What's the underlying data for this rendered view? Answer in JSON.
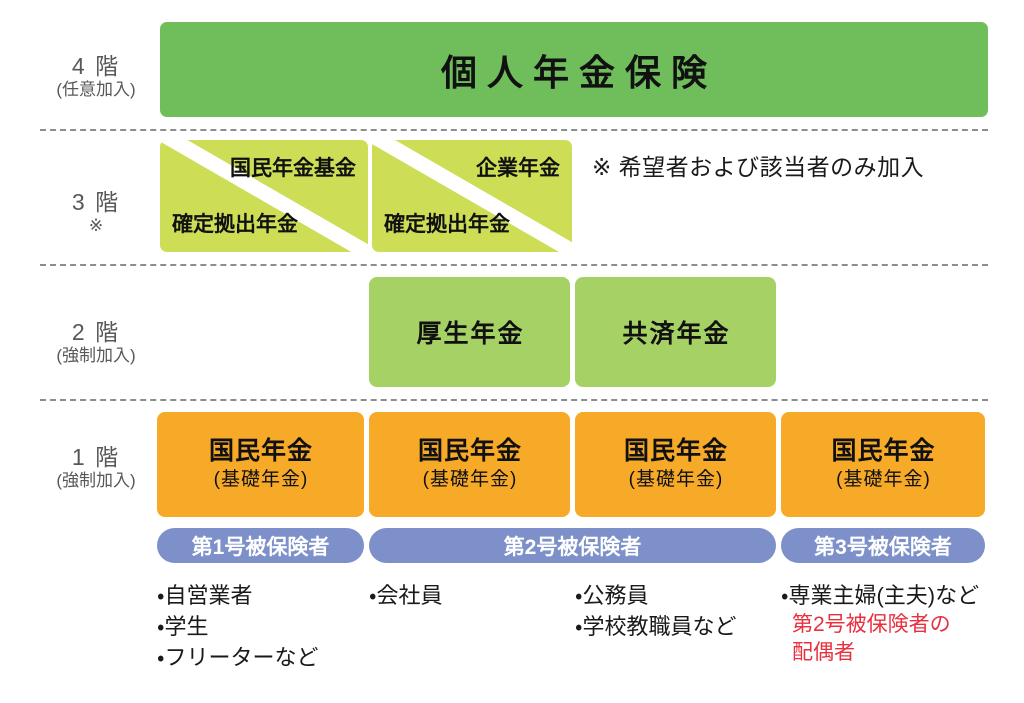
{
  "tiers": [
    {
      "name": "4 階",
      "sub": "(任意加入)"
    },
    {
      "name": "3 階",
      "sub": "※"
    },
    {
      "name": "2 階",
      "sub": "(強制加入)"
    },
    {
      "name": "1 階",
      "sub": "(強制加入)"
    }
  ],
  "tier4": {
    "box_label": "個人年金保険"
  },
  "tier3": {
    "boxes": [
      {
        "top_label": "国民年金基金",
        "bottom_label": "確定拠出年金"
      },
      {
        "top_label": "企業年金",
        "bottom_label": "確定拠出年金"
      }
    ],
    "note": "※ 希望者および該当者のみ加入"
  },
  "tier2": {
    "boxes": [
      {
        "label": "厚生年金"
      },
      {
        "label": "共済年金"
      }
    ]
  },
  "tier1": {
    "boxes": [
      {
        "main": "国民年金",
        "sub": "(基礎年金)"
      },
      {
        "main": "国民年金",
        "sub": "(基礎年金)"
      },
      {
        "main": "国民年金",
        "sub": "(基礎年金)"
      },
      {
        "main": "国民年金",
        "sub": "(基礎年金)"
      }
    ]
  },
  "insured_categories": [
    {
      "label": "第1号被保険者"
    },
    {
      "label": "第2号被保険者"
    },
    {
      "label": "第3号被保険者"
    }
  ],
  "member_lists": [
    {
      "items": [
        "・自営業者",
        "・学生",
        "・フリーターなど"
      ],
      "red_note": []
    },
    {
      "items": [
        "・会社員"
      ],
      "red_note": []
    },
    {
      "items": [
        "・公務員",
        "・学校教職員など"
      ],
      "red_note": []
    },
    {
      "items": [
        "・専業主婦(主夫)など"
      ],
      "red_note": [
        "第2号被保険者の",
        "配偶者"
      ]
    }
  ],
  "colors": {
    "tier4_green": "#6fbe5b",
    "tier3_yellow_green": "#cedd56",
    "tier2_light_green": "#a6d165",
    "tier1_orange": "#f7a928",
    "insured_blue": "#7d90c9",
    "red_note": "#e8303f",
    "label_gray": "#585858",
    "divider_gray": "#8d8d8d"
  }
}
